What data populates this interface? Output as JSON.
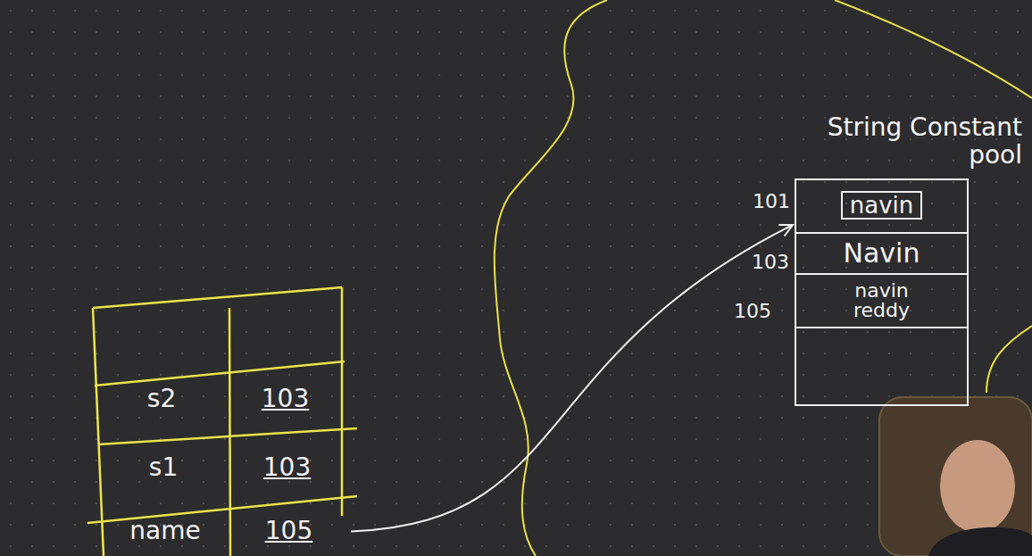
{
  "diagram": {
    "nodes": [
      {
        "text": [
          "String Constant pool"
        ]
      },
      {
        "text": [
          "navin"
        ],
        "in": 0
      },
      {
        "text": [
          "Navin"
        ],
        "in": 0
      },
      {
        "text": [
          "navin reddy"
        ],
        "in": 0
      },
      {
        "text": [
          "s2",
          "103"
        ]
      },
      {
        "text": [
          "s1",
          "103"
        ]
      },
      {
        "text": [
          "name",
          "105"
        ]
      }
    ],
    "edges": [
      {
        "from": 6,
        "to": 1,
        "arrow": "to"
      }
    ],
    "labels": [
      "101",
      "103",
      "105"
    ]
  }
}
